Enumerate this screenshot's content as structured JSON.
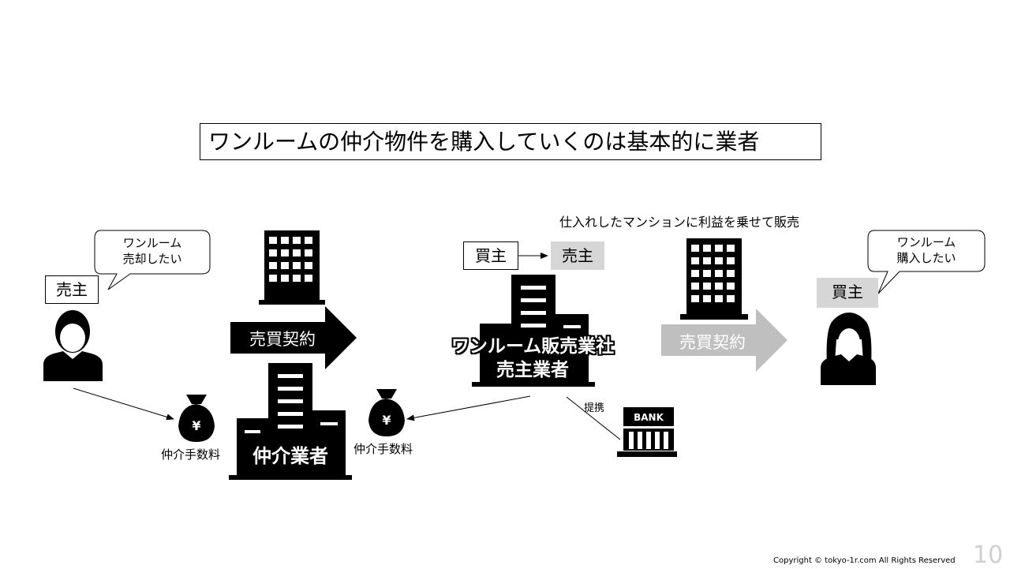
{
  "title": "ワンルームの仲介物件を購入していくのは基本的に業者",
  "seller": {
    "label": "売主",
    "bubble_line1": "ワンルーム",
    "bubble_line2": "売却したい"
  },
  "broker": {
    "arrow_label": "売買契約",
    "name": "仲介業者",
    "fee_left": "仲介手数料",
    "fee_right": "仲介手数料"
  },
  "reseller": {
    "buyer_label": "買主",
    "seller_label": "売主",
    "name_line1": "ワンルーム販売業社",
    "name_line2": "売主業者",
    "note": "仕入れしたマンションに利益を乗せて販売",
    "partner_label": "提携",
    "bank_text": "BANK",
    "arrow_label": "売買契約"
  },
  "buyer": {
    "label": "買主",
    "bubble_line1": "ワンルーム",
    "bubble_line2": "購入したい"
  },
  "footer": {
    "copyright": "Copyright © tokyo-1r.com All Rights Reserved",
    "page_number": "10"
  },
  "colors": {
    "black_arrow": "#000000",
    "gray_arrow": "#bfbfbf",
    "gray_box": "#d6d6d6"
  },
  "icons": [
    "person-icon",
    "building-icon",
    "money-bag-icon",
    "bank-icon",
    "woman-icon",
    "speech-bubble-icon"
  ]
}
